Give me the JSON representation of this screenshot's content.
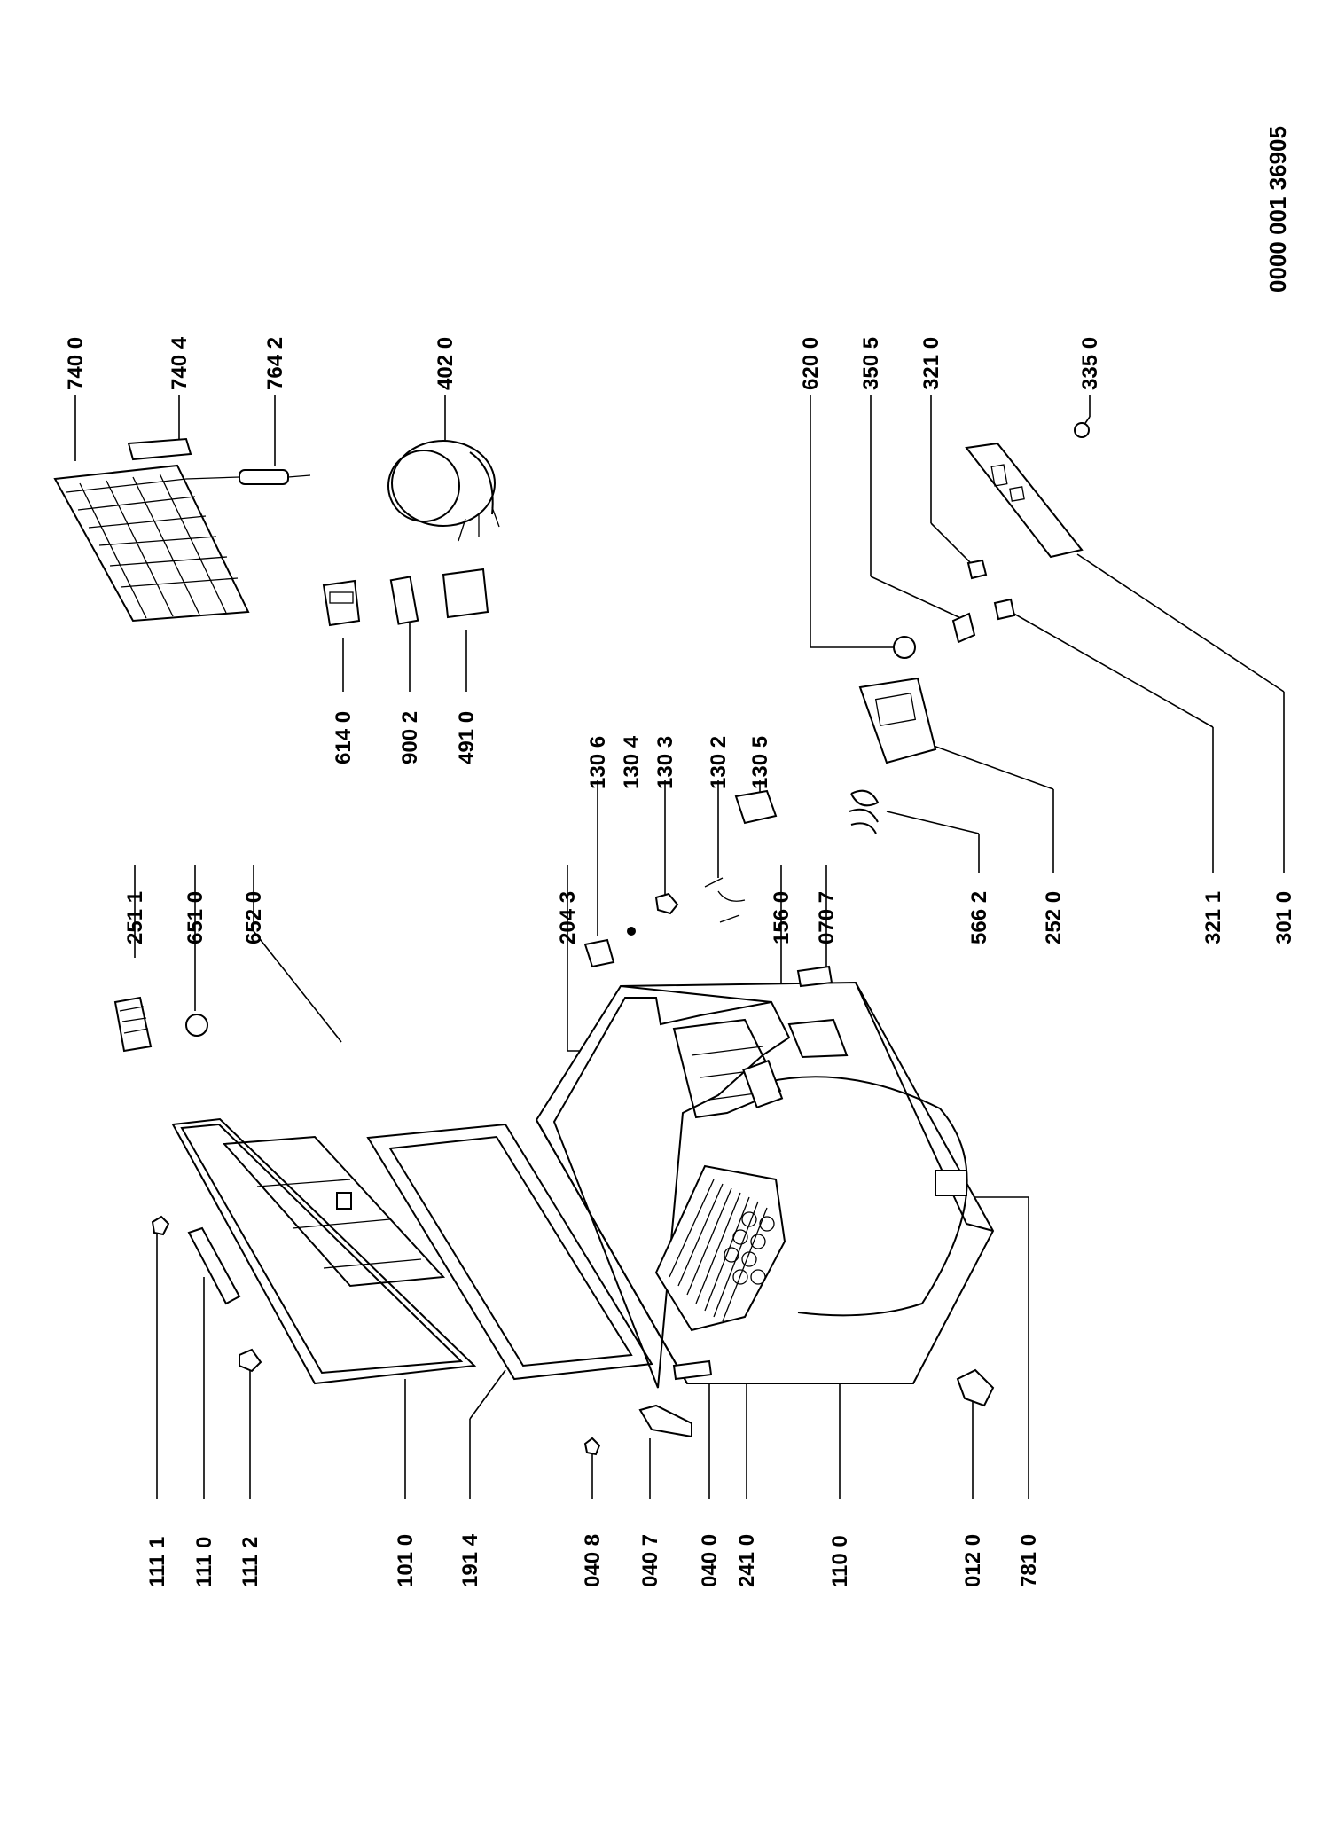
{
  "diagram": {
    "document_code": "0000 001 36905",
    "callouts": [
      {
        "id": "111-1",
        "label": "111 1"
      },
      {
        "id": "111-0",
        "label": "111 0"
      },
      {
        "id": "111-2",
        "label": "111 2"
      },
      {
        "id": "101-0",
        "label": "101 0"
      },
      {
        "id": "191-4",
        "label": "191 4"
      },
      {
        "id": "040-8",
        "label": "040 8"
      },
      {
        "id": "040-7",
        "label": "040 7"
      },
      {
        "id": "040-0",
        "label": "040 0"
      },
      {
        "id": "241-0",
        "label": "241 0"
      },
      {
        "id": "110-0",
        "label": "110 0"
      },
      {
        "id": "012-0",
        "label": "012 0"
      },
      {
        "id": "781-0",
        "label": "781 0"
      },
      {
        "id": "251-1",
        "label": "251 1"
      },
      {
        "id": "651-0",
        "label": "651 0"
      },
      {
        "id": "652-0",
        "label": "652 0"
      },
      {
        "id": "204-3",
        "label": "204 3"
      },
      {
        "id": "156-0",
        "label": "156 0"
      },
      {
        "id": "070-7",
        "label": "070 7"
      },
      {
        "id": "130-6",
        "label": "130 6"
      },
      {
        "id": "130-4",
        "label": "130 4"
      },
      {
        "id": "130-3",
        "label": "130 3"
      },
      {
        "id": "130-2",
        "label": "130 2"
      },
      {
        "id": "130-5",
        "label": "130 5"
      },
      {
        "id": "566-2",
        "label": "566 2"
      },
      {
        "id": "252-0",
        "label": "252 0"
      },
      {
        "id": "321-1",
        "label": "321 1"
      },
      {
        "id": "301-0",
        "label": "301 0"
      },
      {
        "id": "614-0",
        "label": "614 0"
      },
      {
        "id": "900-2",
        "label": "900 2"
      },
      {
        "id": "491-0",
        "label": "491 0"
      },
      {
        "id": "740-0",
        "label": "740 0"
      },
      {
        "id": "740-4",
        "label": "740 4"
      },
      {
        "id": "764-2",
        "label": "764 2"
      },
      {
        "id": "402-0",
        "label": "402 0"
      },
      {
        "id": "620-0",
        "label": "620 0"
      },
      {
        "id": "350-5",
        "label": "350 5"
      },
      {
        "id": "321-0",
        "label": "321 0"
      },
      {
        "id": "335-0",
        "label": "335 0"
      }
    ]
  }
}
